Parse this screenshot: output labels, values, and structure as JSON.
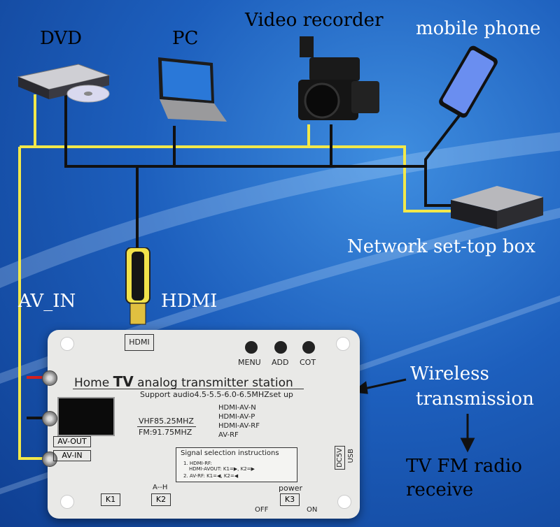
{
  "labels": {
    "dvd": "DVD",
    "pc": "PC",
    "video_recorder": "Video recorder",
    "mobile_phone": "mobile phone",
    "network_box": "Network set-top box",
    "hdmi": "HDMI",
    "av_in": "AV_IN",
    "wireless_line1": "Wireless",
    "wireless_line2": "transmission",
    "receive_line1": "TV  FM radio",
    "receive_line2": "receive"
  },
  "board": {
    "hdmi_port": "HDMI",
    "btn_menu": "MENU",
    "btn_add": "ADD",
    "btn_cot": "COT",
    "title_home": "Home",
    "title_tv": "TV",
    "title_rest": "analog  transmitter  station",
    "subtitle": "Support audio4.5-5.5-6.0-6.5MHZset up",
    "vhf": "VHF85.25MHZ",
    "fm": "FM:91.75MHZ",
    "mode1": "HDMI-AV-N",
    "mode2": "HDMI-AV-P",
    "mode3": "HDMI-AV-RF",
    "mode4": "AV-RF",
    "signal_title": "Signal selection instructions",
    "sig1": "1. HDMI-RF:",
    "sig1b": "HDMI-AVOUT: K1=▶, K2=▶",
    "sig2": "2. AV-RF: K1=◀, K2=◀",
    "av_out": "AV-OUT",
    "av_in": "AV-IN",
    "dc5v": "DC5V",
    "usb": "USB",
    "k1": "K1",
    "k2": "K2",
    "k3": "K3",
    "a_h": "A--H",
    "power": "power",
    "off": "OFF",
    "on": "ON"
  },
  "colors": {
    "background": "#1d5fbd",
    "yellow_wire": "#f2e84a",
    "black_wire": "#111111",
    "red_wire": "#d42020"
  }
}
